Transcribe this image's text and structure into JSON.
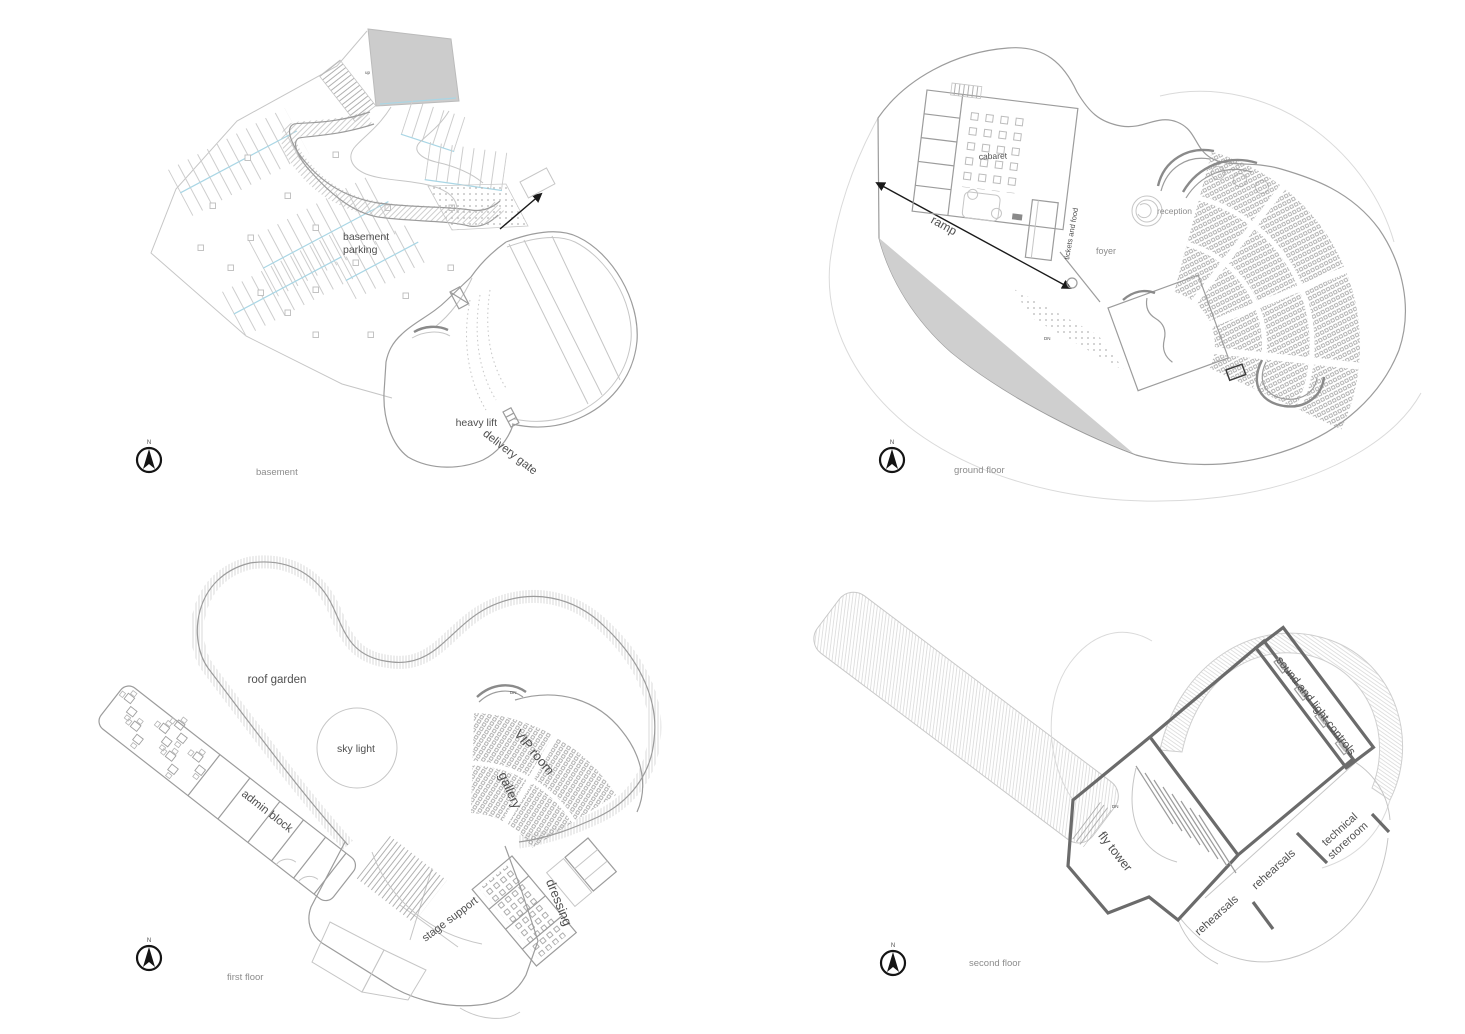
{
  "colors": {
    "line_light": "#c6c6c6",
    "line_mid": "#9c9c9c",
    "wall_dark": "#6b6b6b",
    "fill_gray": "#cfcfcf",
    "accent_blue": "#a9d6e5",
    "text_dark": "#4f4f4f",
    "text_light": "#8c8c8c",
    "paper": "#ffffff"
  },
  "plans": {
    "basement": {
      "caption": "basement",
      "north": "N",
      "labels": {
        "parking1": "basement",
        "parking2": "parking",
        "up": "up",
        "heavy_lift": "heavy lift",
        "delivery_gate": "delivery gate"
      }
    },
    "ground_floor": {
      "caption": "ground floor",
      "north": "N",
      "labels": {
        "cabaret": "cabaret",
        "tickets_and_food": "tickets and food",
        "reception": "reception",
        "foyer": "foyer",
        "ramp": "ramp",
        "dn": "DN"
      }
    },
    "first_floor": {
      "caption": "first floor",
      "north": "N",
      "labels": {
        "roof_garden": "roof garden",
        "sky_light": "sky light",
        "admin_block": "admin block",
        "vip_room": "VIP room",
        "gallery": "gallery",
        "stage_support": "stage support",
        "dressing": "dressing",
        "dn": "DN"
      }
    },
    "second_floor": {
      "caption": "second floor",
      "north": "N",
      "labels": {
        "sound_and_light": "sound and light controls",
        "fly_tower": "fly tower",
        "rehearsals_a": "rehearsals",
        "rehearsals_b": "rehearsals",
        "technical": "technical",
        "storeroom": "storeroom",
        "dn": "DN"
      }
    }
  }
}
